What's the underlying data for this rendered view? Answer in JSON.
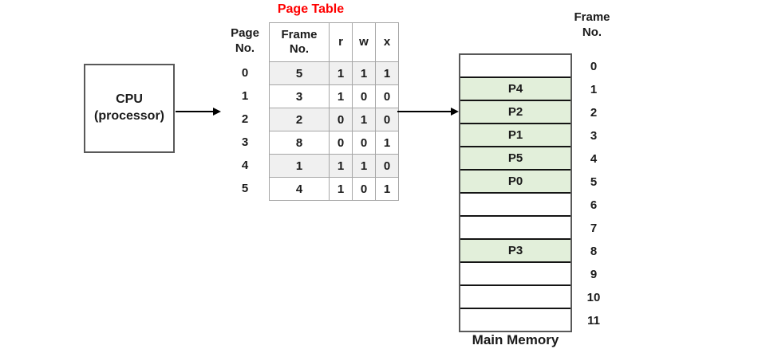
{
  "cpu": {
    "label": "CPU\n(processor)"
  },
  "page_table": {
    "title": "Page Table",
    "page_col_header": "Page\nNo.",
    "frame_col_header": "Frame\nNo.",
    "perm_headers": [
      "r",
      "w",
      "x"
    ],
    "rows": [
      {
        "page": "0",
        "frame": "5",
        "r": "1",
        "w": "1",
        "x": "1"
      },
      {
        "page": "1",
        "frame": "3",
        "r": "1",
        "w": "0",
        "x": "0"
      },
      {
        "page": "2",
        "frame": "2",
        "r": "0",
        "w": "1",
        "x": "0"
      },
      {
        "page": "3",
        "frame": "8",
        "r": "0",
        "w": "0",
        "x": "1"
      },
      {
        "page": "4",
        "frame": "1",
        "r": "1",
        "w": "1",
        "x": "0"
      },
      {
        "page": "5",
        "frame": "4",
        "r": "1",
        "w": "0",
        "x": "1"
      }
    ]
  },
  "main_memory": {
    "title": "Main Memory",
    "frame_col_header": "Frame\nNo.",
    "frames": [
      {
        "no": "0",
        "content": ""
      },
      {
        "no": "1",
        "content": "P4"
      },
      {
        "no": "2",
        "content": "P2"
      },
      {
        "no": "3",
        "content": "P1"
      },
      {
        "no": "4",
        "content": "P5"
      },
      {
        "no": "5",
        "content": "P0"
      },
      {
        "no": "6",
        "content": ""
      },
      {
        "no": "7",
        "content": ""
      },
      {
        "no": "8",
        "content": "P3"
      },
      {
        "no": "9",
        "content": ""
      },
      {
        "no": "10",
        "content": ""
      },
      {
        "no": "11",
        "content": ""
      }
    ]
  },
  "colors": {
    "title_red": "#ff0000",
    "shaded_row": "#f0f0f0",
    "occupied_frame_green": "#e2efda",
    "table_grid": "#a6a6a6",
    "box_border": "#595959",
    "arrow_black": "#000000"
  }
}
